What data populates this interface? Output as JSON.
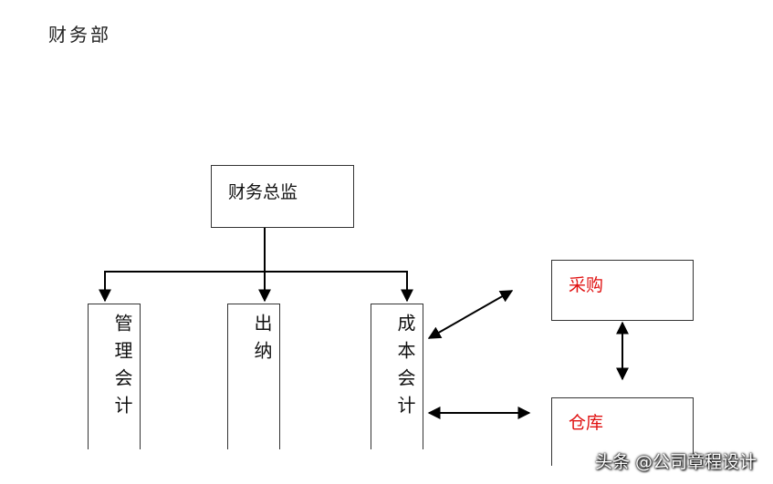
{
  "header": {
    "title": "财务部"
  },
  "nodes": {
    "director": "财务总监",
    "management_accounting": "管理会计",
    "cashier": "出纳",
    "cost_accounting": "成本会计",
    "purchasing": "采购",
    "warehouse": "仓库"
  },
  "colors": {
    "line": "#000000",
    "external_label": "#e01010",
    "border": "#333333"
  },
  "watermark": {
    "text": "头条 @公司章程设计"
  }
}
